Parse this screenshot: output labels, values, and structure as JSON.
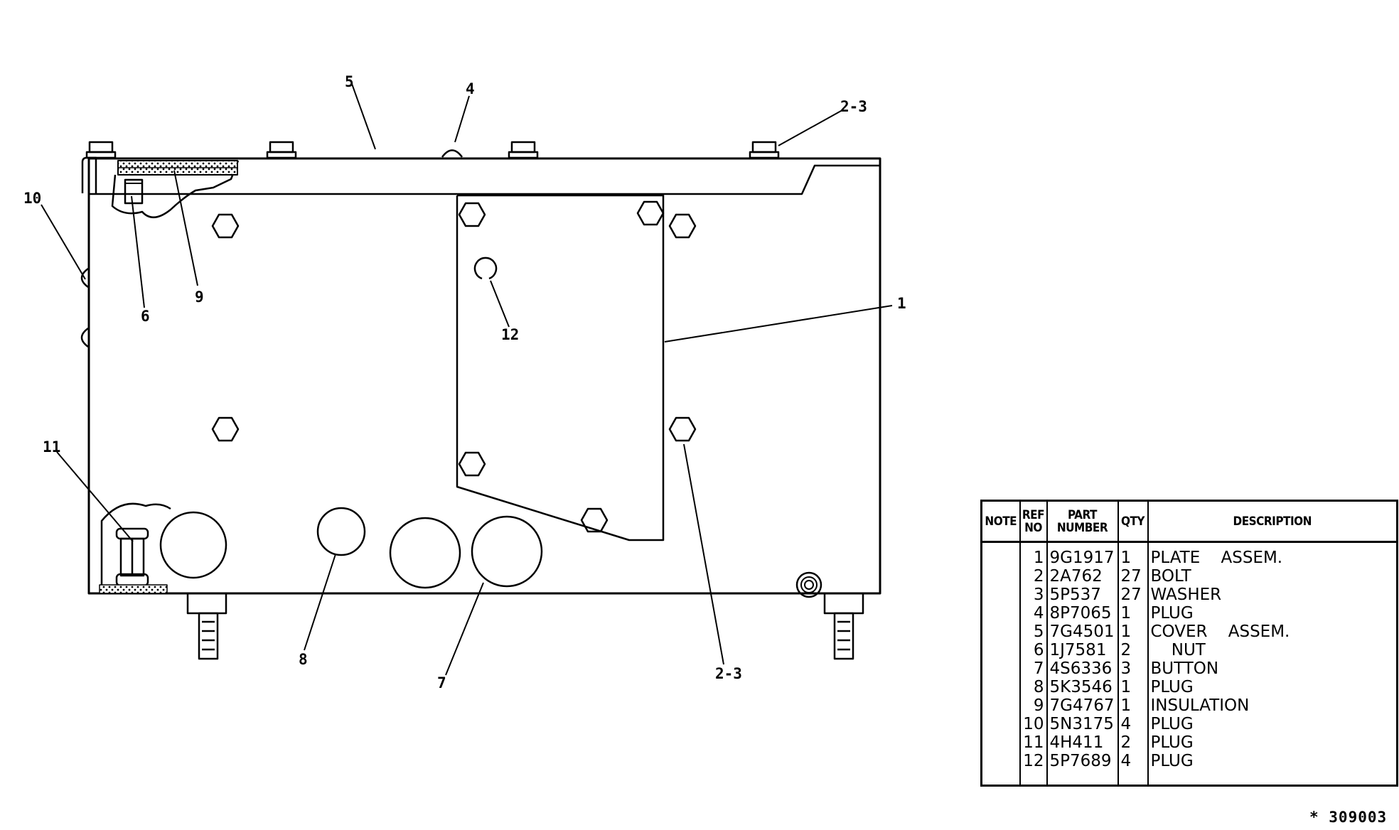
{
  "callouts": {
    "c1": "1",
    "c23_top": "2-3",
    "c23_bottom": "2-3",
    "c4": "4",
    "c5": "5",
    "c6": "6",
    "c7": "7",
    "c8": "8",
    "c9": "9",
    "c10": "10",
    "c11": "11",
    "c12": "12"
  },
  "table": {
    "headers": {
      "note": "NOTE",
      "ref_no": "REF NO",
      "part_number": "PART NUMBER",
      "qty": "QTY",
      "description": "DESCRIPTION"
    },
    "ref_col": "1\n2\n3\n4\n5\n6\n7\n8\n9\n10\n11\n12",
    "part_col": "9G1917\n2A762\n5P537\n8P7065\n7G4501\n1J7581\n4S6336\n5K3546\n7G4767\n5N3175\n4H411\n5P7689",
    "qty_col": "1\n27\n27\n1\n1\n2\n3\n1\n1\n4\n2\n4",
    "desc_col": "PLATE    ASSEM.\nBOLT\nWASHER\nPLUG\nCOVER    ASSEM.\n    NUT\nBUTTON\nPLUG\nINSULATION\nPLUG\nPLUG\nPLUG",
    "rows": [
      {
        "ref": "1",
        "part": "9G1917",
        "qty": "1",
        "desc": "PLATE ASSEM."
      },
      {
        "ref": "2",
        "part": "2A762",
        "qty": "27",
        "desc": "BOLT"
      },
      {
        "ref": "3",
        "part": "5P537",
        "qty": "27",
        "desc": "WASHER"
      },
      {
        "ref": "4",
        "part": "8P7065",
        "qty": "1",
        "desc": "PLUG"
      },
      {
        "ref": "5",
        "part": "7G4501",
        "qty": "1",
        "desc": "COVER ASSEM."
      },
      {
        "ref": "6",
        "part": "1J7581",
        "qty": "2",
        "desc": "NUT"
      },
      {
        "ref": "7",
        "part": "4S6336",
        "qty": "3",
        "desc": "BUTTON"
      },
      {
        "ref": "8",
        "part": "5K3546",
        "qty": "1",
        "desc": "PLUG"
      },
      {
        "ref": "9",
        "part": "7G4767",
        "qty": "1",
        "desc": "INSULATION"
      },
      {
        "ref": "10",
        "part": "5N3175",
        "qty": "4",
        "desc": "PLUG"
      },
      {
        "ref": "11",
        "part": "4H411",
        "qty": "2",
        "desc": "PLUG"
      },
      {
        "ref": "12",
        "part": "5P7689",
        "qty": "4",
        "desc": "PLUG"
      }
    ]
  },
  "drawing_number": "* 309003"
}
